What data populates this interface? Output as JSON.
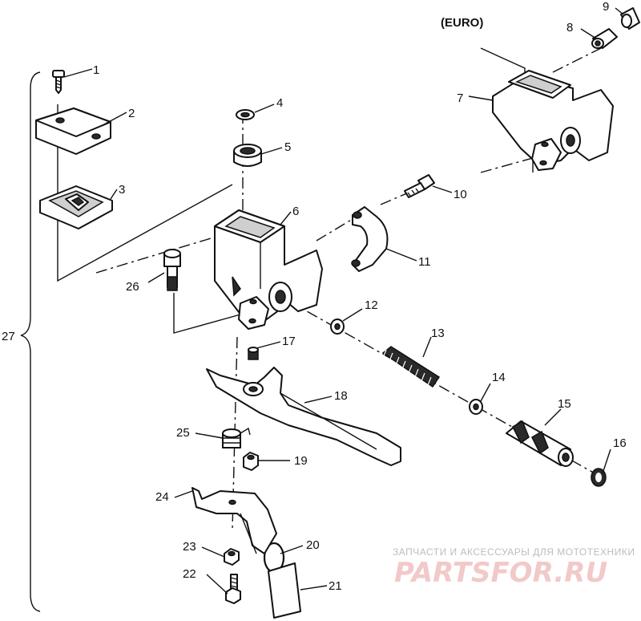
{
  "diagram": {
    "variant_label": "(EURO)",
    "callouts": [
      {
        "id": "c1",
        "label": "1"
      },
      {
        "id": "c2",
        "label": "2"
      },
      {
        "id": "c3",
        "label": "3"
      },
      {
        "id": "c4",
        "label": "4"
      },
      {
        "id": "c5",
        "label": "5"
      },
      {
        "id": "c6",
        "label": "6"
      },
      {
        "id": "c7",
        "label": "7"
      },
      {
        "id": "c8",
        "label": "8"
      },
      {
        "id": "c9",
        "label": "9"
      },
      {
        "id": "c10",
        "label": "10"
      },
      {
        "id": "c11",
        "label": "11"
      },
      {
        "id": "c12",
        "label": "12"
      },
      {
        "id": "c13",
        "label": "13"
      },
      {
        "id": "c14",
        "label": "14"
      },
      {
        "id": "c15",
        "label": "15"
      },
      {
        "id": "c16",
        "label": "16"
      },
      {
        "id": "c17",
        "label": "17"
      },
      {
        "id": "c18",
        "label": "18"
      },
      {
        "id": "c19",
        "label": "19"
      },
      {
        "id": "c20",
        "label": "20"
      },
      {
        "id": "c21",
        "label": "21"
      },
      {
        "id": "c22",
        "label": "22"
      },
      {
        "id": "c23",
        "label": "23"
      },
      {
        "id": "c24",
        "label": "24"
      },
      {
        "id": "c25",
        "label": "25"
      },
      {
        "id": "c26",
        "label": "26"
      },
      {
        "id": "c27",
        "label": "27"
      }
    ]
  },
  "watermark": {
    "tagline": "ЗАПЧАСТИ И АКСЕССУАРЫ ДЛЯ МОТОТЕХНИКИ",
    "logo_text": "PARTSFOR.RU",
    "color": "#e8a0a0"
  }
}
